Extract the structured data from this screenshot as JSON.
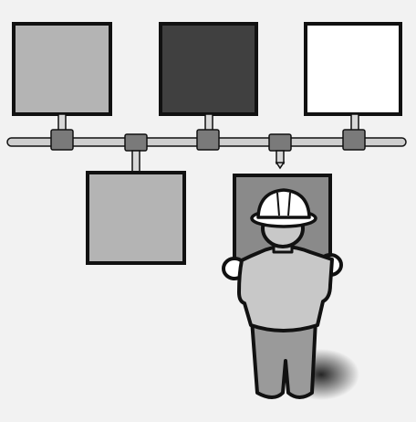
{
  "illustration": {
    "kind": "server-network-clipart",
    "panels": [
      {
        "role": "top-left-panel",
        "fill": "#b4b4b4"
      },
      {
        "role": "top-center-panel",
        "fill": "#404040"
      },
      {
        "role": "top-right-panel",
        "fill": "#ffffff"
      },
      {
        "role": "bottom-panel",
        "fill": "#b4b4b4"
      },
      {
        "role": "held-panel",
        "fill": "#8a8a8a"
      }
    ],
    "colors": {
      "background": "#f2f2f2",
      "outline": "#111111",
      "pipe": "#cfcfcf",
      "connector": "#7a7a7a",
      "worker_shirt": "#c8c8c8",
      "worker_pants": "#9a9a9a",
      "hardhat": "#ffffff",
      "shadow": "#000000"
    },
    "icons": [
      "hardhat-icon",
      "worker-figure",
      "network-pipe-icon"
    ]
  }
}
